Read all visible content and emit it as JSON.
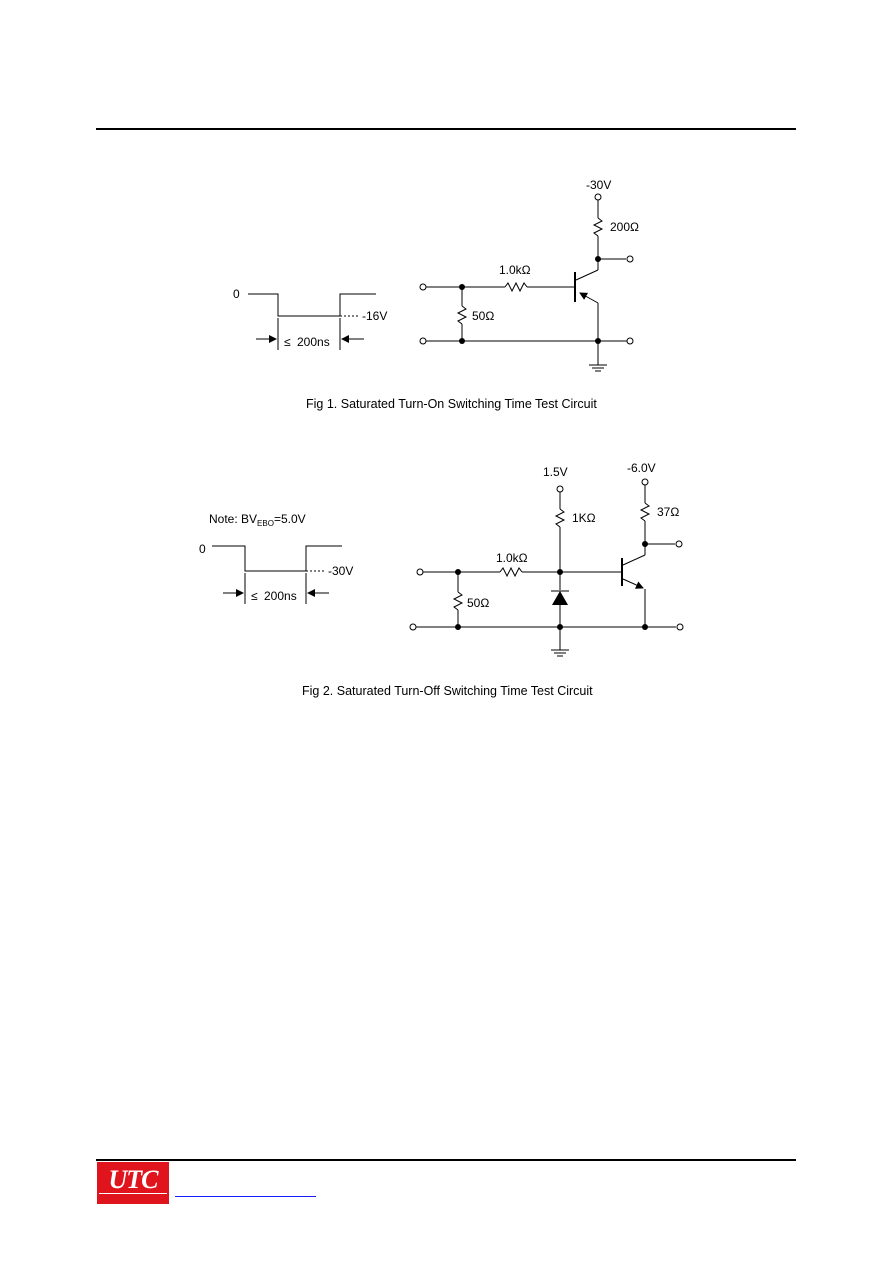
{
  "fig1": {
    "caption": "Fig 1. Saturated Turn-On Switching Time Test Circuit",
    "pulse": {
      "level_high": "0",
      "level_low": "-16V",
      "width": "200ns",
      "width_symbol": "≤"
    },
    "circuit": {
      "supply": "-30V",
      "r_collector": "200Ω",
      "r_base": "1.0kΩ",
      "r_input": "50Ω"
    }
  },
  "fig2": {
    "caption": "Fig 2. Saturated Turn-Off Switching Time Test Circuit",
    "note": {
      "prefix": "Note: BV",
      "subscript": "EBO",
      "suffix": "=5.0V"
    },
    "pulse": {
      "level_high": "0",
      "level_low": "-30V",
      "width": "200ns",
      "width_symbol": "≤"
    },
    "circuit": {
      "supply_base": "1.5V",
      "supply_collector": "-6.0V",
      "r_base_pullup": "1KΩ",
      "r_collector": "37Ω",
      "r_base": "1.0kΩ",
      "r_input": "50Ω"
    }
  },
  "footer": {
    "logo_text": "UTC"
  }
}
